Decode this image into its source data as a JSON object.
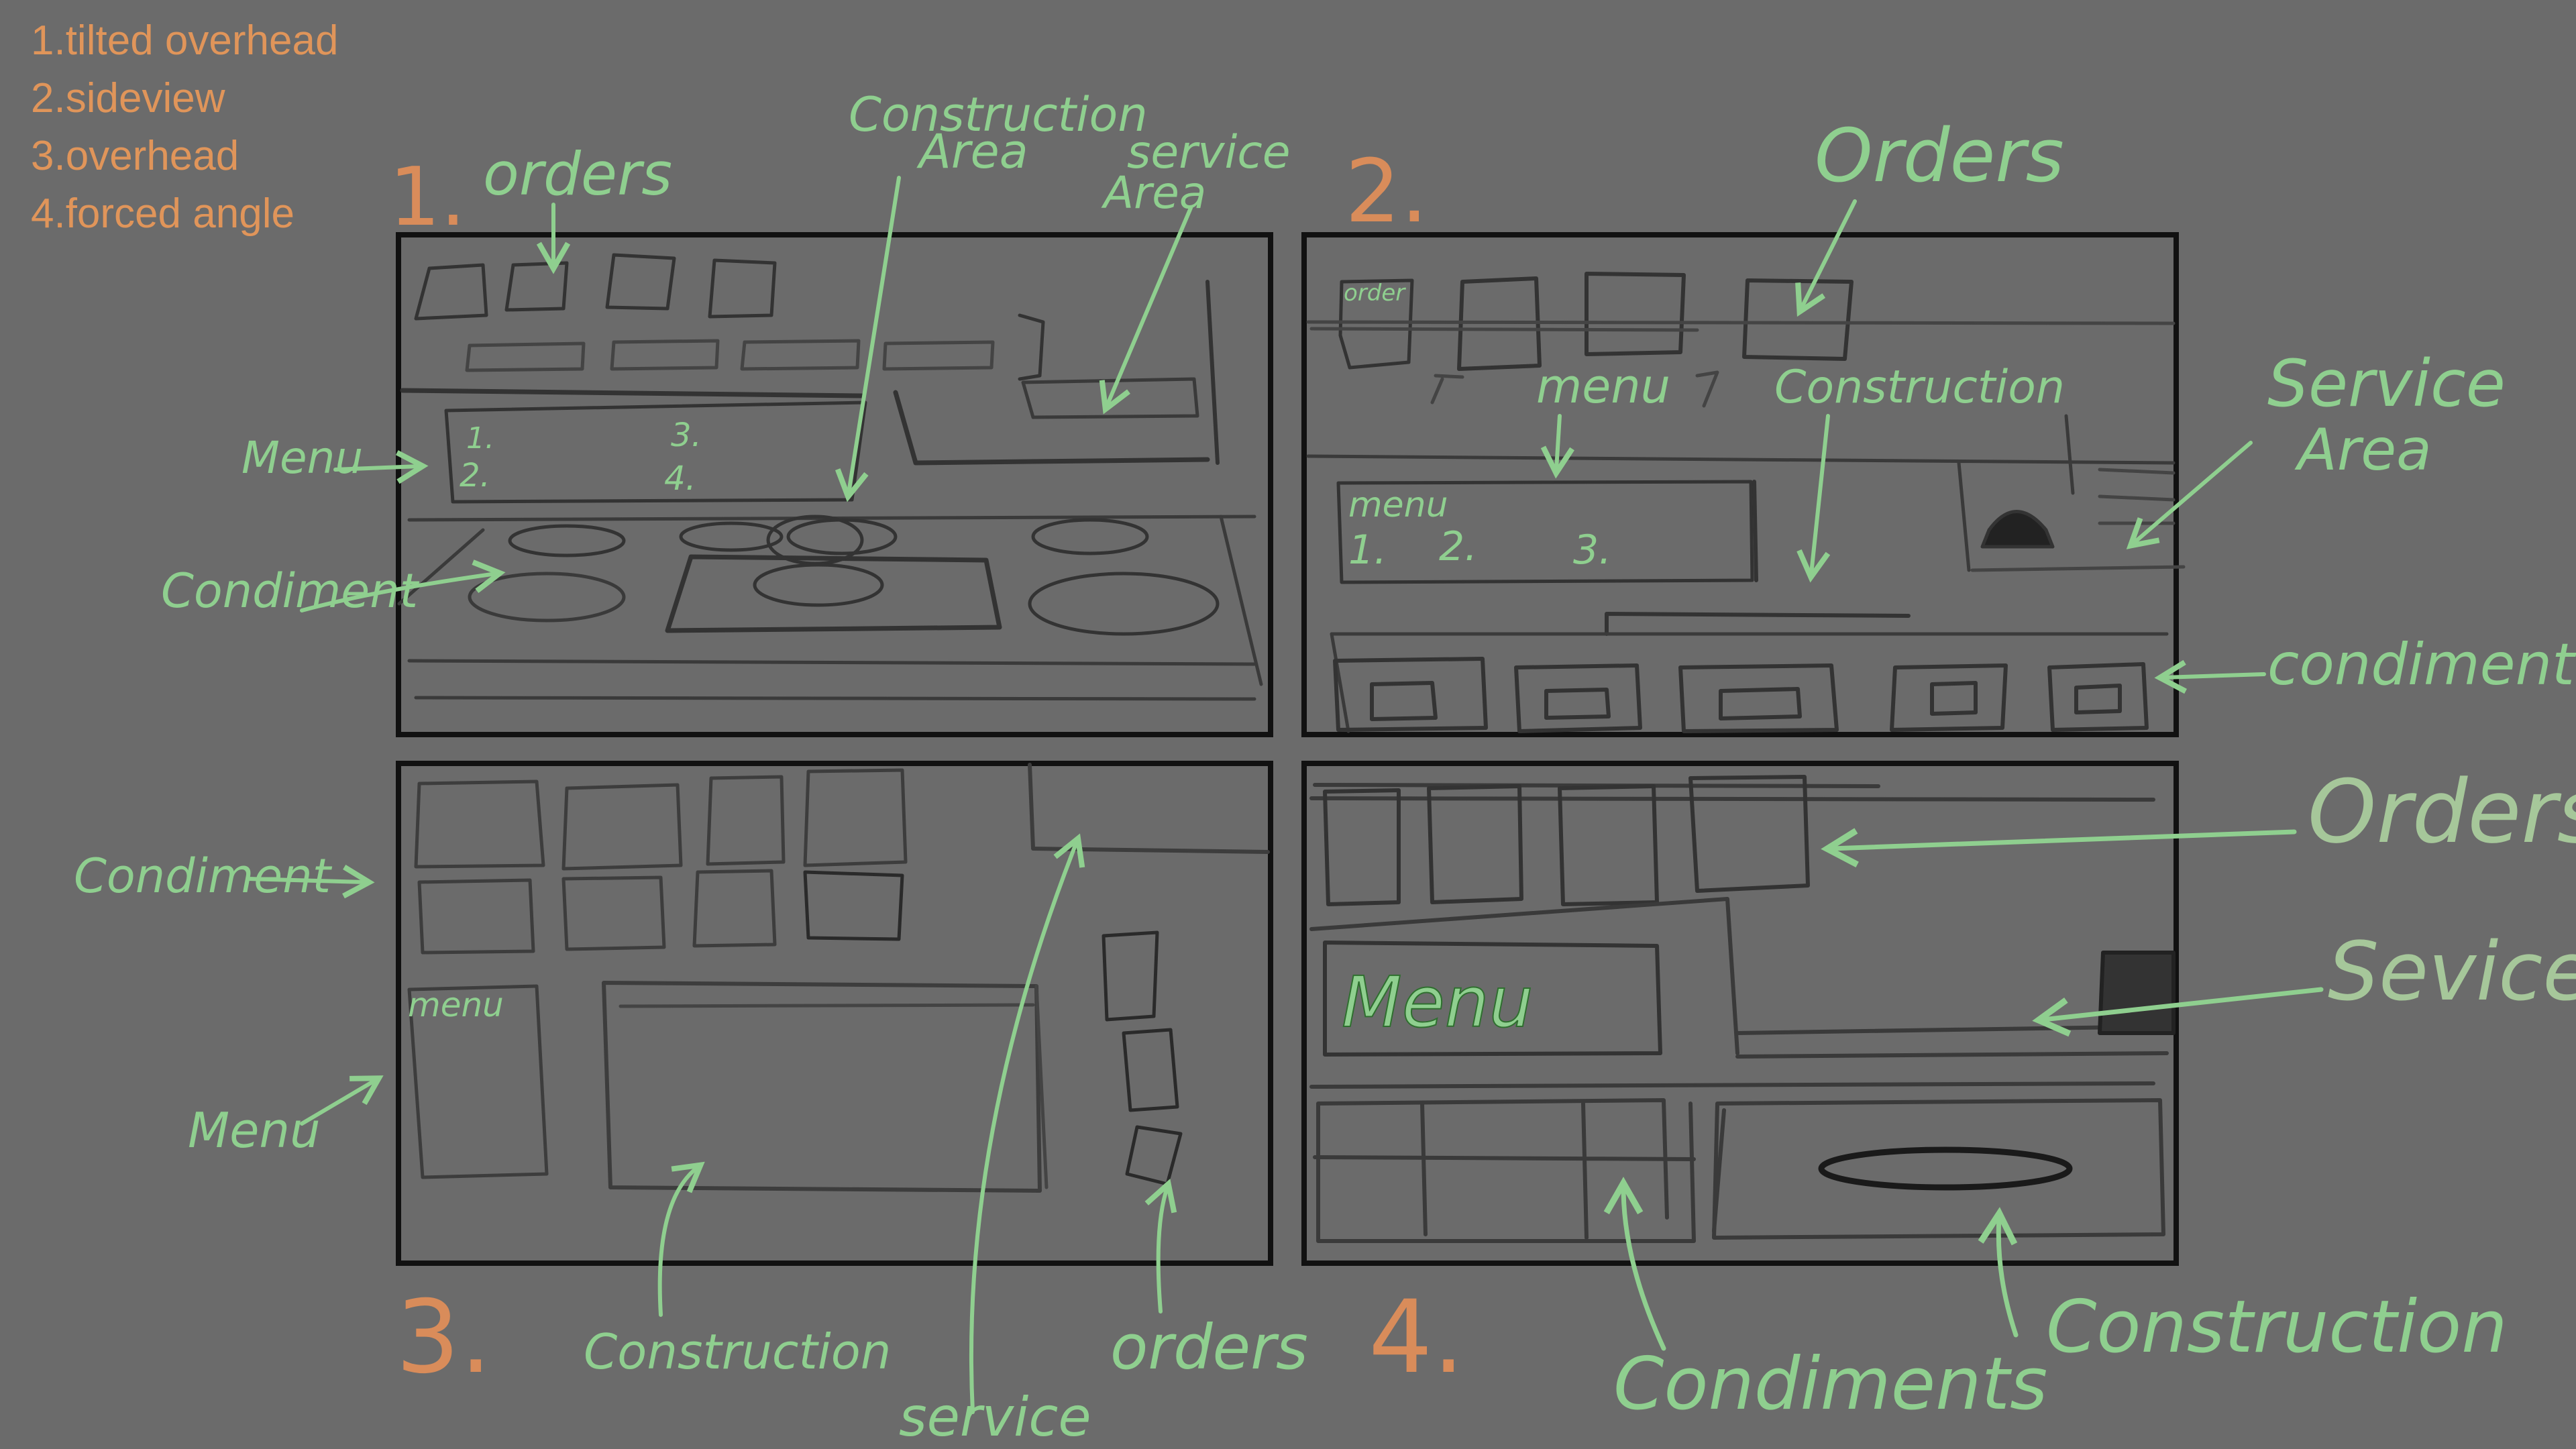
{
  "legend": {
    "items": [
      "1.tilted overhead",
      "2.sideview",
      "3.overhead",
      "4.forced angle"
    ]
  },
  "colors": {
    "background": "#6b6b6b",
    "legend": "#e0955a",
    "annotation": "#8fcf8f",
    "panel_number": "#d98c5a",
    "frame": "#111111",
    "pencil": "#333333"
  },
  "panels": [
    {
      "number": "1.",
      "annotations": {
        "orders": "orders",
        "construction": "Construction",
        "construction_2": "Area",
        "service": "service",
        "service_2": "Area",
        "menu": "Menu",
        "condiment": "Condiment"
      },
      "sketch_text": [
        "1.",
        "2.",
        "3.",
        "4."
      ]
    },
    {
      "number": "2.",
      "annotations": {
        "orders": "Orders",
        "menu": "menu",
        "construction": "Construction",
        "service": "Service",
        "service_2": "Area",
        "condiment": "condiment"
      },
      "sketch_text": [
        "order",
        "menu",
        "1.",
        "2.",
        "3."
      ]
    },
    {
      "number": "3.",
      "annotations": {
        "condiment": "Condiment",
        "menu": "Menu",
        "construction": "Construction",
        "service": "service",
        "orders": "orders"
      },
      "sketch_text": [
        "menu"
      ]
    },
    {
      "number": "4.",
      "annotations": {
        "orders": "Orders",
        "service": "Sevice",
        "condiments": "Condiments",
        "construction": "Construction"
      },
      "sketch_text": [
        "Menu"
      ]
    }
  ]
}
